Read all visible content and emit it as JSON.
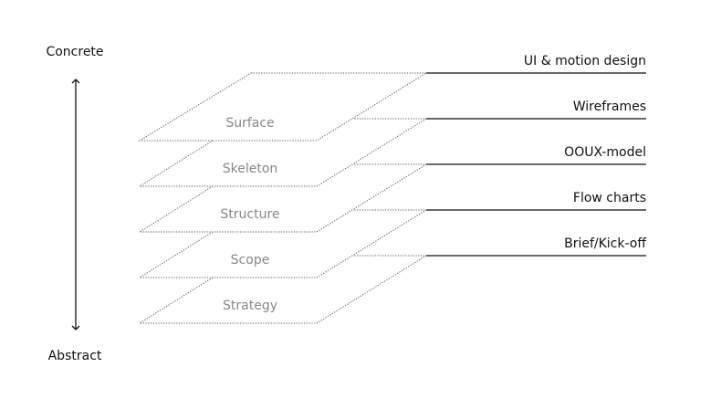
{
  "axis": {
    "top_label": "Concrete",
    "bottom_label": "Abstract"
  },
  "planes": [
    {
      "label": "Surface",
      "deliverable": "UI & motion design"
    },
    {
      "label": "Skeleton",
      "deliverable": "Wireframes"
    },
    {
      "label": "Structure",
      "deliverable": "OOUX-model"
    },
    {
      "label": "Scope",
      "deliverable": "Flow charts"
    },
    {
      "label": "Strategy",
      "deliverable": "Brief/Kick-off"
    }
  ],
  "colors": {
    "text": "#111111",
    "plane_label": "#888888",
    "dashed_line": "#555555"
  }
}
